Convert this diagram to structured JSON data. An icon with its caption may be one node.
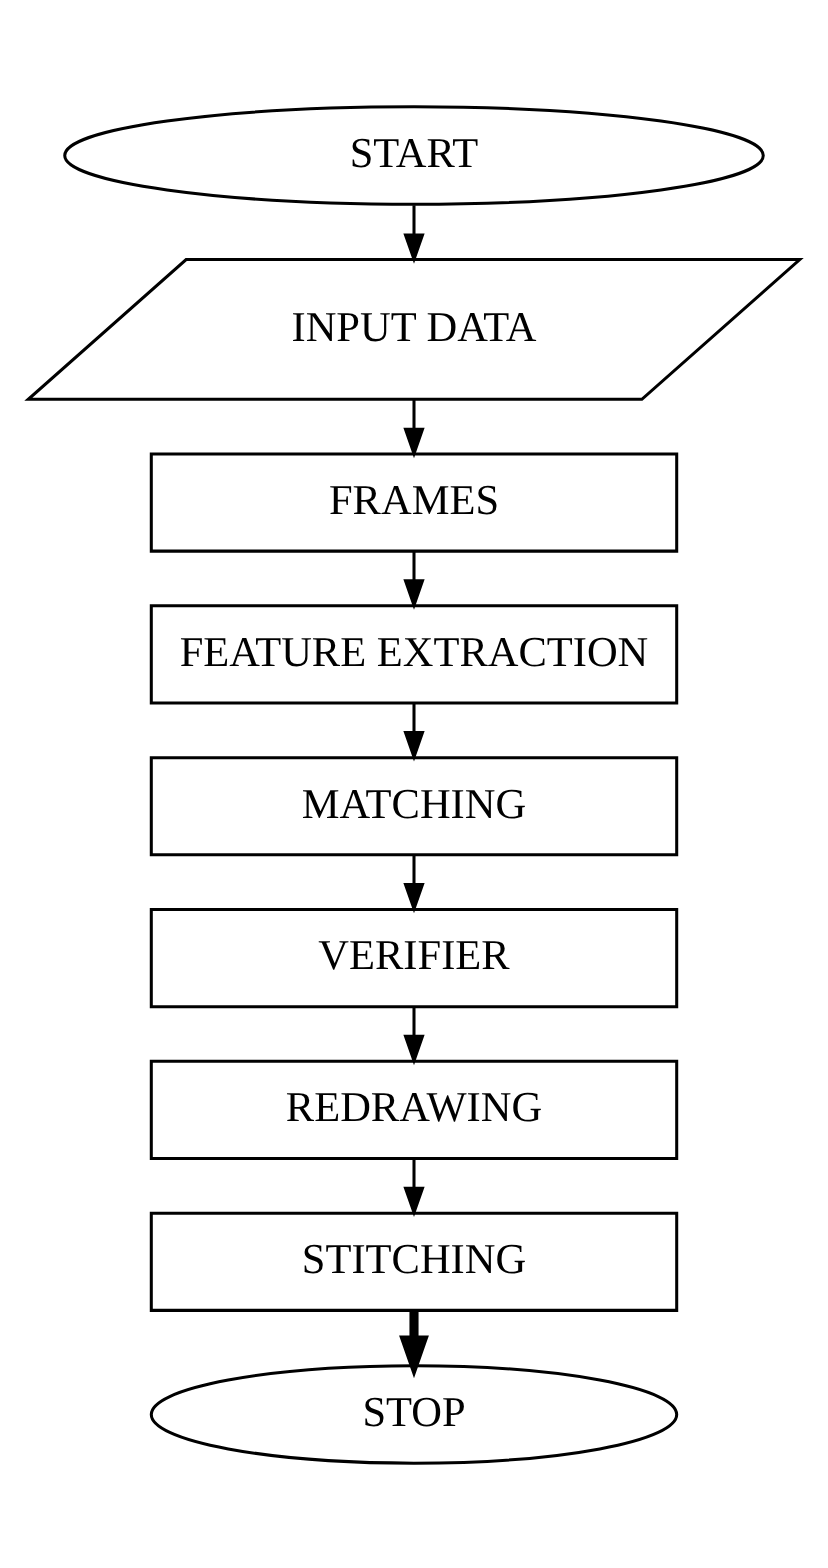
{
  "diagram": {
    "nodes": [
      {
        "text": [
          "START"
        ]
      },
      {
        "text": [
          "INPUT DATA"
        ]
      },
      {
        "text": [
          "FRAMES"
        ]
      },
      {
        "text": [
          "FEATURE EXTRACTION"
        ]
      },
      {
        "text": [
          "MATCHING"
        ]
      },
      {
        "text": [
          "VERIFIER"
        ]
      },
      {
        "text": [
          "REDRAWING"
        ]
      },
      {
        "text": [
          "STITCHING"
        ]
      },
      {
        "text": [
          "STOP"
        ]
      }
    ],
    "edges": [
      {
        "from": 0,
        "to": 1,
        "arrow": "to"
      },
      {
        "from": 1,
        "to": 2,
        "arrow": "to"
      },
      {
        "from": 2,
        "to": 3,
        "arrow": "to"
      },
      {
        "from": 3,
        "to": 4,
        "arrow": "to"
      },
      {
        "from": 4,
        "to": 5,
        "arrow": "to"
      },
      {
        "from": 5,
        "to": 6,
        "arrow": "to"
      },
      {
        "from": 6,
        "to": 7,
        "arrow": "to"
      },
      {
        "from": 7,
        "to": 8,
        "arrow": "to",
        "style": "thick"
      }
    ]
  }
}
